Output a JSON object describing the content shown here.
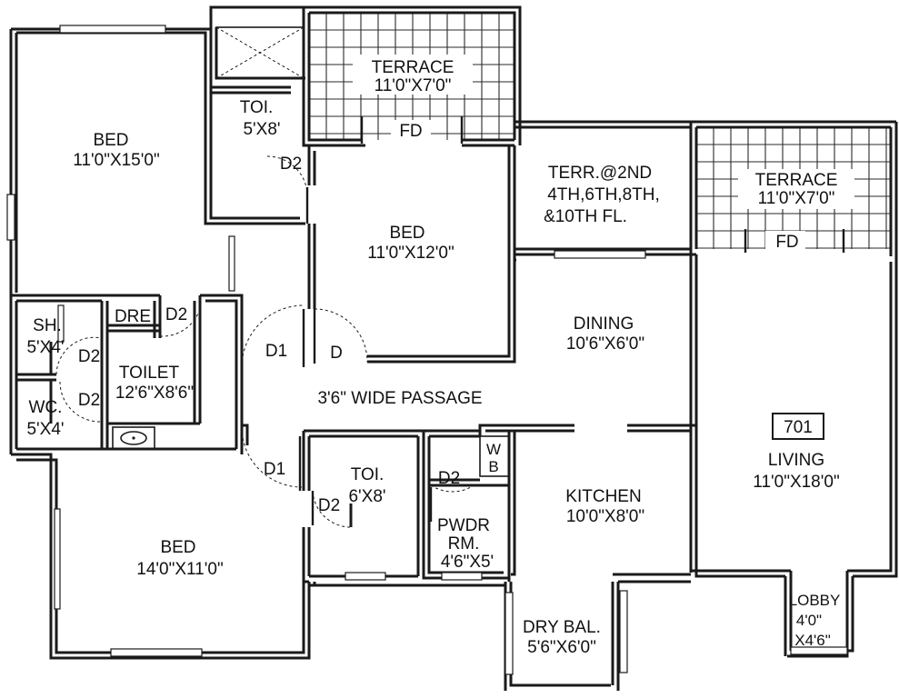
{
  "unit_number": "701",
  "passage": "3'6\" WIDE PASSAGE",
  "rooms": {
    "bed_top_left": {
      "name": "BED",
      "size": "11'0\"X15'0\""
    },
    "toi_top": {
      "name": "TOI.",
      "size": "5'X8'"
    },
    "terrace_top": {
      "name": "TERRACE",
      "size": "11'0\"X7'0\""
    },
    "bed_center": {
      "name": "BED",
      "size": "11'0\"X12'0\""
    },
    "terr_2nd": {
      "line1": "TERR.@2ND",
      "line2": "4TH,6TH,8TH,",
      "line3": "&10TH FL."
    },
    "terrace_right": {
      "name": "TERRACE",
      "size": "11'0\"X7'0\""
    },
    "sh": {
      "name": "SH.",
      "size": "5'X4'"
    },
    "wc": {
      "name": "WC.",
      "size": "5'X4'"
    },
    "dre": {
      "name": "DRE"
    },
    "toilet": {
      "name": "TOILET",
      "size": "12'6\"X8'6\""
    },
    "dining": {
      "name": "DINING",
      "size": "10'6\"X6'0\""
    },
    "living": {
      "name": "LIVING",
      "size": "11'0\"X18'0\""
    },
    "toi_mid": {
      "name": "TOI.",
      "size": "6'X8'"
    },
    "wb": {
      "line1": "W",
      "line2": "B"
    },
    "pwdr": {
      "line1": "PWDR",
      "line2": "RM.",
      "size": "4'6\"X5'"
    },
    "kitchen": {
      "name": "KITCHEN",
      "size": "10'0\"X8'0\""
    },
    "bed_bottom": {
      "name": "BED",
      "size": "14'0\"X11'0\""
    },
    "dry_bal": {
      "name": "DRY BAL.",
      "size": "5'6\"X6'0\""
    },
    "lobby": {
      "name": "LOBBY",
      "size1": "4'0\"",
      "size2": "X4'6\""
    }
  },
  "doors": {
    "fd": "FD",
    "d": "D",
    "d1": "D1",
    "d2": "D2"
  }
}
